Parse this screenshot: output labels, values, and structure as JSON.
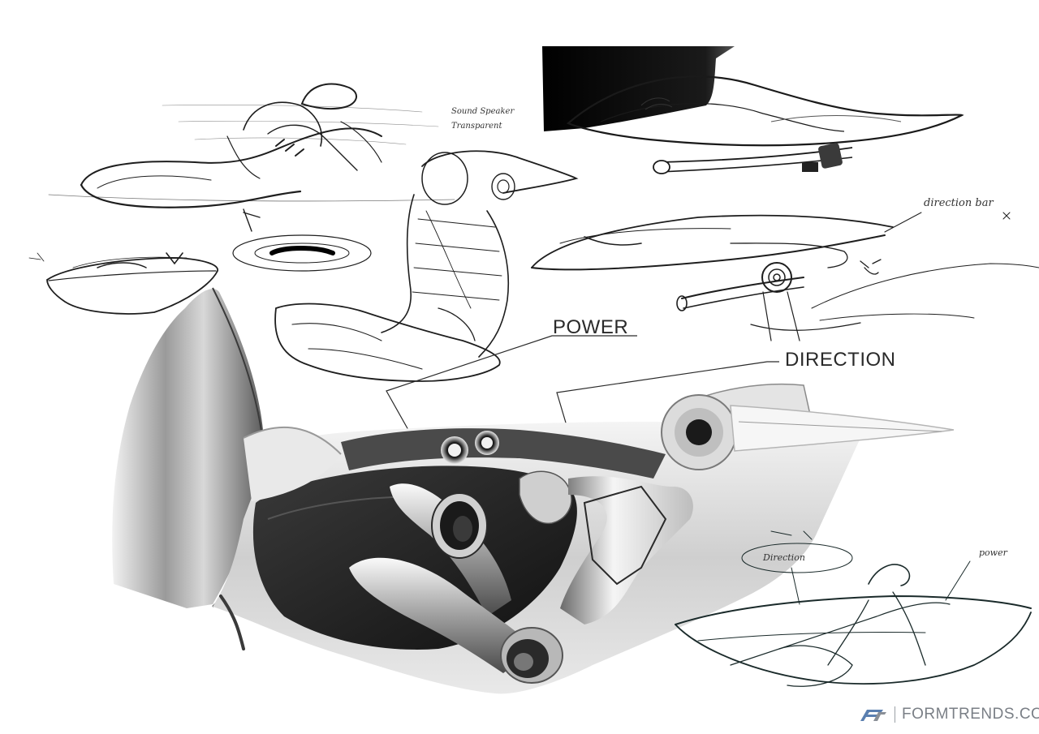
{
  "callouts": {
    "power": "POWER",
    "direction": "DIRECTION"
  },
  "handwritten_notes": {
    "sound_speaker": "Sound Speaker",
    "transparent": "Transparent",
    "direction_bar": "direction bar",
    "direction_small": "Direction",
    "power_small": "power"
  },
  "watermark": {
    "text": "FORMTRENDS.COM",
    "logo_icon": "ft-logo-icon"
  },
  "colors": {
    "background": "#ffffff",
    "ink": "#1a1a1a",
    "render_dark": "#2b2b2b",
    "render_mid": "#8c8c8c",
    "render_light": "#e6e6e6",
    "watermark": "#7a7f86"
  }
}
